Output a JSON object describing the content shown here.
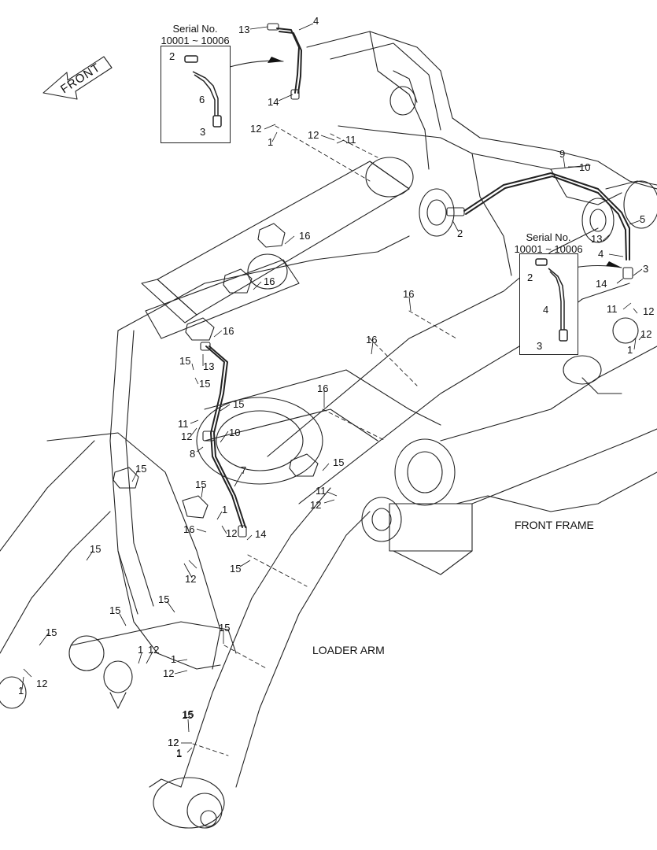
{
  "direction_label": "FRONT",
  "serial_box_top": {
    "title": "Serial No.",
    "range": "10001 ~ 10006"
  },
  "serial_box_right": {
    "title": "Serial No.",
    "range": "10001 ~ 10006"
  },
  "area_labels": {
    "front_frame": "FRONT FRAME",
    "loader_arm": "LOADER ARM"
  },
  "callouts": [
    "13",
    "4",
    "2",
    "6",
    "3",
    "14",
    "12",
    "1",
    "12",
    "11",
    "9",
    "10",
    "2",
    "5",
    "13",
    "4",
    "14",
    "3",
    "11",
    "12",
    "1",
    "12",
    "16",
    "16",
    "16",
    "16",
    "16",
    "16",
    "15",
    "13",
    "15",
    "15",
    "11",
    "12",
    "10",
    "8",
    "7",
    "15",
    "15",
    "11",
    "12",
    "15",
    "16",
    "12",
    "1",
    "14",
    "12",
    "15",
    "15",
    "15",
    "15",
    "15",
    "15",
    "1",
    "12",
    "1",
    "12",
    "15",
    "12",
    "1",
    "12",
    "1",
    "15",
    "12",
    "1",
    "2",
    "4",
    "3"
  ],
  "colors": {
    "line": "#222222",
    "background": "#ffffff",
    "leader": "#111111"
  }
}
